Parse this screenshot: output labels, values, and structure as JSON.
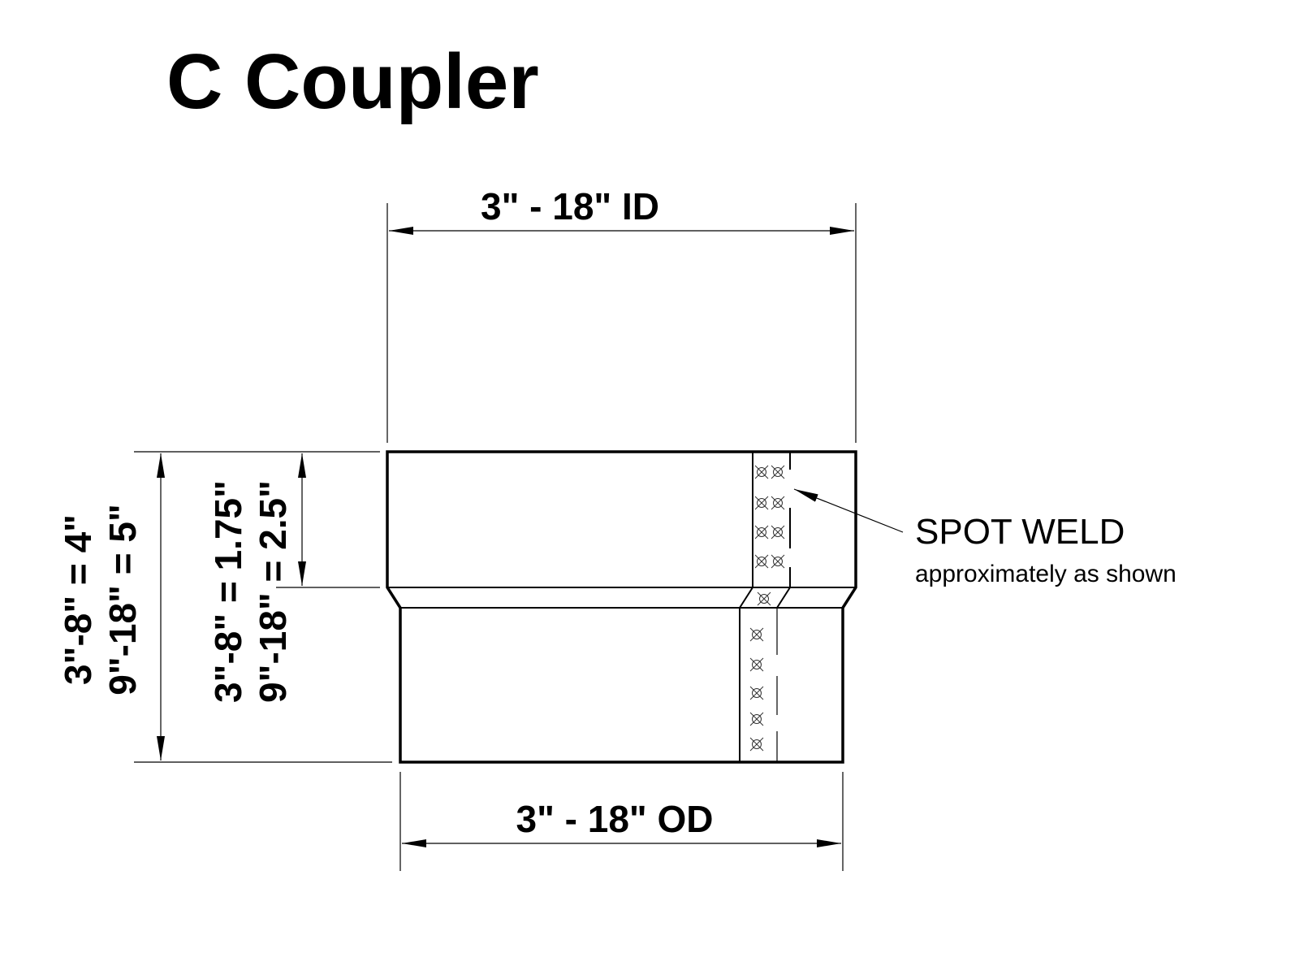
{
  "title": "C Coupler",
  "dimensions": {
    "top": "3\" - 18\" ID",
    "bottom": "3\" - 18\" OD",
    "overall_height": [
      "3\"-8\" = 4\"",
      "9\"-18\" = 5\""
    ],
    "upper_height": [
      "3\"-8\" = 1.75\"",
      "9\"-18\" = 2.5\""
    ]
  },
  "callout": {
    "label": "SPOT WELD",
    "note": "approximately as shown"
  }
}
